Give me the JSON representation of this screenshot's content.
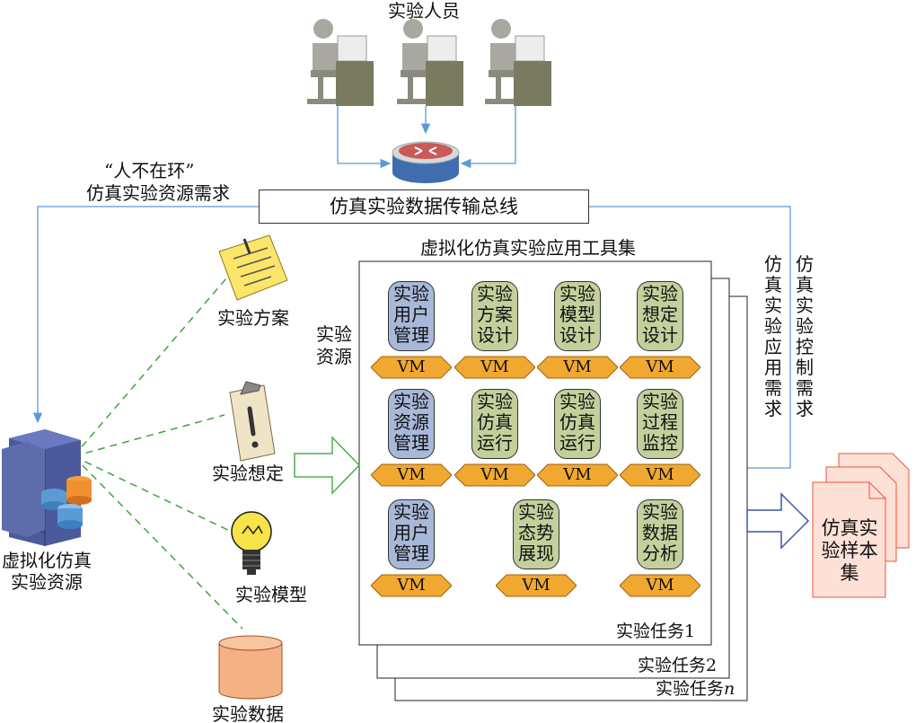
{
  "personnel": {
    "label": "实验人员"
  },
  "no_human_in_loop": {
    "line1": "“人不在环”",
    "line2": "仿真实验资源需求"
  },
  "bus": {
    "label": "仿真实验数据传输总线"
  },
  "control_demand": {
    "chars": [
      "仿",
      "真",
      "实",
      "验",
      "控",
      "制",
      "需",
      "求"
    ]
  },
  "app_demand": {
    "chars": [
      "仿",
      "真",
      "实",
      "验",
      "应",
      "用",
      "需",
      "求"
    ]
  },
  "toolset": {
    "title": "虚拟化仿真实验应用工具集"
  },
  "resource_label": {
    "chars": [
      "实",
      "验",
      "资",
      "源"
    ]
  },
  "resources": {
    "plan": "实验方案",
    "scenario": "实验想定",
    "model": "实验模型",
    "data": "实验数据",
    "virtual": {
      "line1": "虚拟化仿真",
      "line2": "实验资源"
    }
  },
  "tools": [
    {
      "chars": [
        "实",
        "验",
        "用",
        "户",
        "管",
        "理"
      ],
      "vm": "VM",
      "color": "#a8b8d8"
    },
    {
      "chars": [
        "实",
        "验",
        "方",
        "案",
        "设",
        "计"
      ],
      "vm": "VM",
      "color": "#c3d09c"
    },
    {
      "chars": [
        "实",
        "验",
        "模",
        "型",
        "设",
        "计"
      ],
      "vm": "VM",
      "color": "#c3d09c"
    },
    {
      "chars": [
        "实",
        "验",
        "想",
        "定",
        "设",
        "计"
      ],
      "vm": "VM",
      "color": "#c3d09c"
    },
    {
      "chars": [
        "实",
        "验",
        "资",
        "源",
        "管",
        "理"
      ],
      "vm": "VM",
      "color": "#a8b8d8"
    },
    {
      "chars": [
        "实",
        "验",
        "仿",
        "真",
        "运",
        "行"
      ],
      "vm": "VM",
      "color": "#c3d09c"
    },
    {
      "chars": [
        "实",
        "验",
        "仿",
        "真",
        "运",
        "行"
      ],
      "vm": "VM",
      "color": "#c3d09c"
    },
    {
      "chars": [
        "实",
        "验",
        "过",
        "程",
        "监",
        "控"
      ],
      "vm": "VM",
      "color": "#c3d09c"
    },
    {
      "chars": [
        "实",
        "验",
        "用",
        "户",
        "管",
        "理"
      ],
      "vm": "VM",
      "color": "#a8b8d8"
    },
    {
      "chars": [
        "实",
        "验",
        "态",
        "势",
        "展",
        "现"
      ],
      "vm": "VM",
      "color": "#c3d09c"
    },
    {
      "chars": [
        "实",
        "验",
        "数",
        "据",
        "分",
        "析"
      ],
      "vm": "VM",
      "color": "#c3d09c"
    }
  ],
  "tasks": {
    "task1": "实验任务1",
    "task2": "实验任务2",
    "taskn_prefix": "实验任务",
    "taskn_suffix": "n"
  },
  "samples": {
    "line1": "仿真实",
    "line2": "验样本",
    "line3": "集"
  },
  "colors": {
    "arrow_blue": "#5b9bd5",
    "dashed_green": "#3aa63a",
    "hollow_green": "#4caf50",
    "hollow_blue": "#3a55a4",
    "vm_orange": "#f0a830",
    "sample_red": "#e8553a"
  }
}
